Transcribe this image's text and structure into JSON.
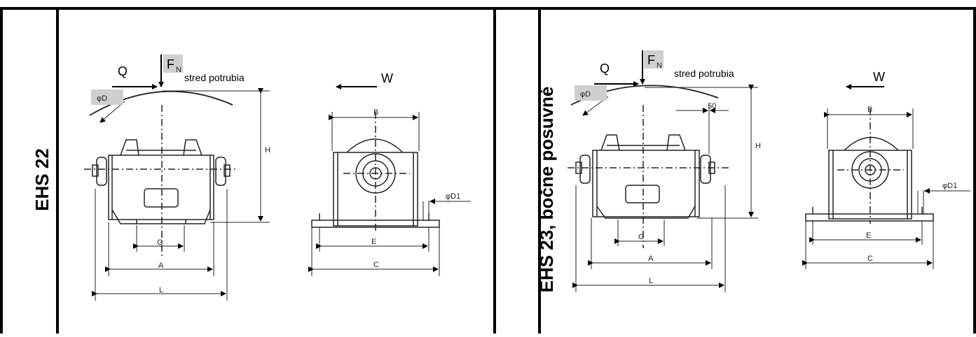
{
  "panels": [
    {
      "title": "EHS 22",
      "force_label": "F",
      "force_subscript": "N",
      "load_label": "Q",
      "diameter_label": "φD",
      "annotation": "stred potrubia",
      "wind_label": "W",
      "dims": {
        "H": "H",
        "A": "A",
        "L": "L",
        "G": "G",
        "B": "B",
        "E": "E",
        "C": "C",
        "D1": "φD1"
      }
    },
    {
      "title": "EHS 23, bočne posuvné",
      "force_label": "F",
      "force_subscript": "N",
      "load_label": "Q",
      "diameter_label": "φD",
      "annotation": "stred potrubia",
      "wind_label": "W",
      "offset": "50",
      "dims": {
        "H": "H",
        "A": "A",
        "L": "L",
        "G": "G",
        "B": "B",
        "E": "E",
        "C": "C",
        "D1": "φD1"
      }
    }
  ]
}
